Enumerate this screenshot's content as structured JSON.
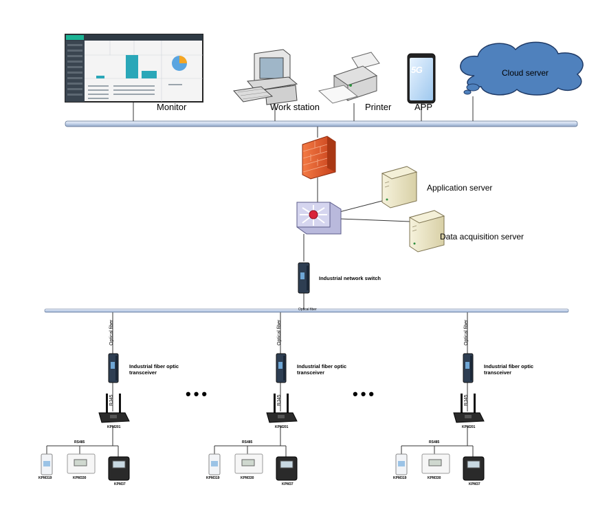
{
  "top_nodes": {
    "monitor": "Monitor",
    "workstation": "Work station",
    "printer": "Printer",
    "app": "APP",
    "app_badge": "5G",
    "cloud": "Cloud server"
  },
  "core": {
    "application_server": "Application server",
    "data_acquisition_server": "Data acquisition server",
    "switch": "Industrial network switch",
    "fiber_bus": "Optical fiber"
  },
  "branches": [
    {
      "fiber": "Optical fiber",
      "transceiver": "Industrial fiber optic transceiver",
      "rj45": "RJ45",
      "gateway": "KPM201",
      "bus": "RS485",
      "meters": [
        "KPM319",
        "KPM330",
        "KPM37"
      ]
    },
    {
      "fiber": "Optical fiber",
      "transceiver": "Industrial fiber optic transceiver",
      "rj45": "RJ45",
      "gateway": "KPM201",
      "bus": "RS485",
      "meters": [
        "KPM319",
        "KPM330",
        "KPM37"
      ]
    },
    {
      "fiber": "Optical fiber",
      "transceiver": "Industrial fiber optic transceiver",
      "rj45": "RJ45",
      "gateway": "KPM201",
      "bus": "RS485",
      "meters": [
        "KPM319",
        "KPM330",
        "KPM37"
      ]
    }
  ],
  "ellipsis": "•••",
  "colors": {
    "bus": "#c9d7ec",
    "bus_border": "#5a6f8f",
    "cloud_fill": "#4f81bd",
    "firewall": "#e8572a",
    "switch_fill": "#c9c9e8",
    "server": "#e9e4c8"
  }
}
